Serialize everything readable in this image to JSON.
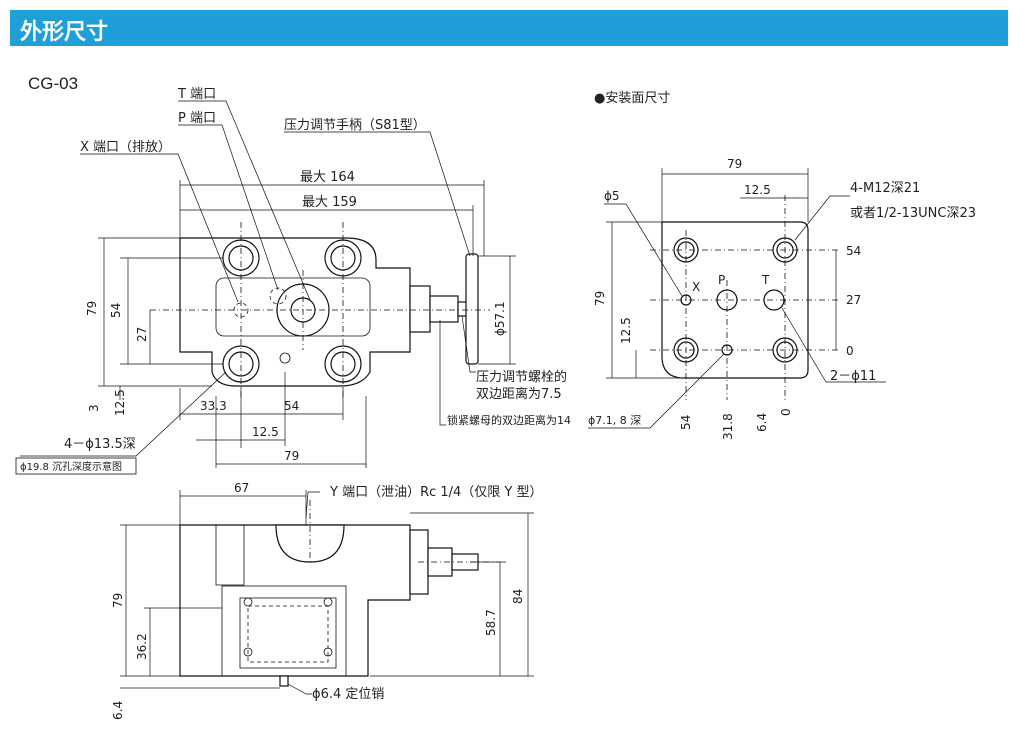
{
  "header": {
    "title": "外形尺寸"
  },
  "model": "CG-03",
  "front": {
    "t_port": "T 端口",
    "p_port": "P 端口",
    "x_port": "X 端口（排放）",
    "handle": "压力调节手柄（S81型）",
    "max164": "最大 164",
    "max159": "最大 159",
    "d79": "79",
    "d54": "54",
    "d27": "27",
    "d3": "3",
    "d12_5": "12.5",
    "d33_3": "33.3",
    "d54b": "54",
    "d12_5b": "12.5",
    "d79b": "79",
    "holes": "4－ϕ13.5深",
    "counterbore": "ϕ19.8 沉孔深度示意图",
    "dia57": "ϕ57.1",
    "bolt_note1": "压力调节螺栓的",
    "bolt_note2": "双边距离为7.5",
    "nut_note": "锁紧螺母的双边距离为14"
  },
  "mount": {
    "title": "●安装面尺寸",
    "d79": "79",
    "d12_5": "12.5",
    "screw1": "4-M12深21",
    "screw2": "或者1/2-13UNC深23",
    "phi5": "ϕ5",
    "x": "X",
    "p": "P",
    "t": "T",
    "r54": "54",
    "r27": "27",
    "r0": "0",
    "h79": "79",
    "h12_5": "12.5",
    "holes": "2－ϕ11",
    "pin": "ϕ7.1, 8 深",
    "b54": "54",
    "b31_8": "31.8",
    "b6_4": "6.4",
    "b0": "0"
  },
  "side": {
    "d67": "67",
    "y_port": "Y 端口（泄油）Rc 1/4（仅限 Y 型）",
    "d79": "79",
    "d36_2": "36.2",
    "d6_4": "6.4",
    "d58_7": "58.7",
    "d84": "84",
    "pin": "ϕ6.4 定位销"
  }
}
